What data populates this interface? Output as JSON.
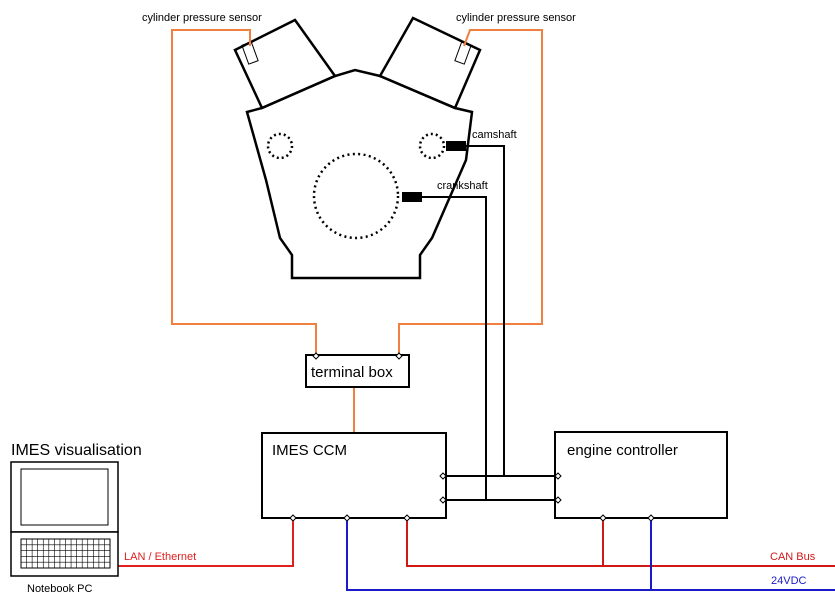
{
  "labels": {
    "cyl_sensor_left": "cylinder pressure sensor",
    "cyl_sensor_right": "cylinder pressure sensor",
    "camshaft": "camshaft",
    "crankshaft": "crankshaft",
    "terminal_box": "terminal box",
    "imes_ccm": "IMES CCM",
    "engine_controller": "engine controller",
    "imes_visualisation": "IMES visualisation",
    "lan": "LAN / Ethernet",
    "notebook": "Notebook PC",
    "can_bus": "CAN Bus",
    "power": "24VDC"
  },
  "colors": {
    "sensor_wire": "#f08040",
    "lan_wire": "#e02020",
    "can_wire": "#d01818",
    "power_wire": "#1a1ac8",
    "outline": "#000000"
  }
}
